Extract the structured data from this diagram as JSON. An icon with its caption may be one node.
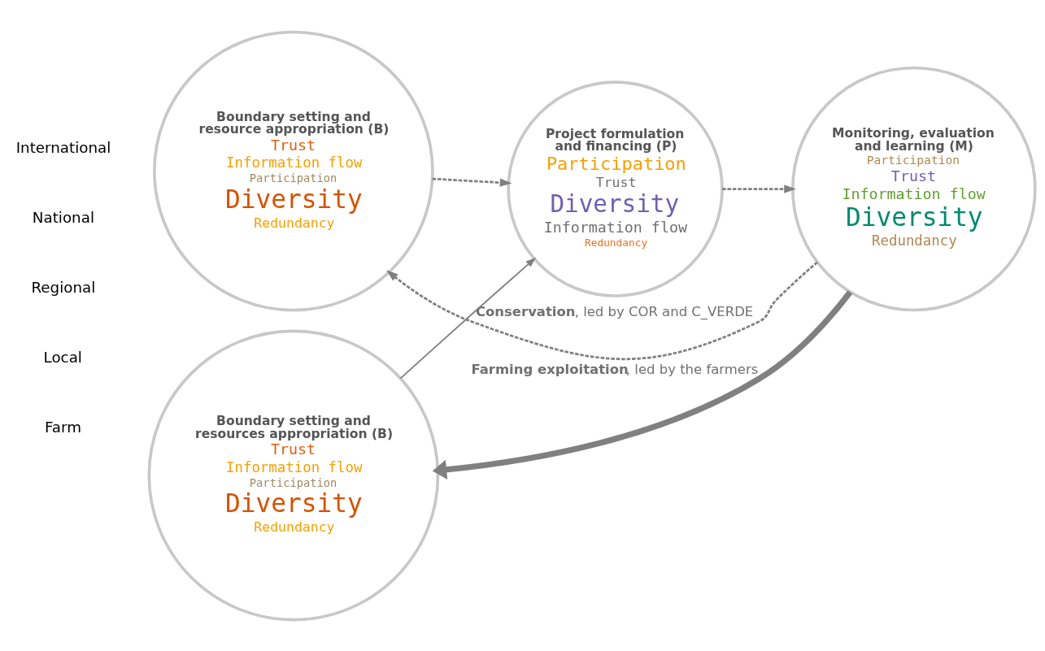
{
  "diagram": {
    "nodes": [
      {
        "text": [
          "Boundary setting and resource appropriation (B)",
          "Trust",
          "Information flow",
          "Participation",
          "Diversity",
          "Redundancy"
        ]
      },
      {
        "text": [
          "Project formulation and financing (P)",
          "Participation",
          "Trust",
          "Diversity",
          "Information flow",
          "Redundancy"
        ]
      },
      {
        "text": [
          "Monitoring, evaluation and learning (M)",
          "Participation",
          "Trust",
          "Information flow",
          "Diversity",
          "Redundancy"
        ]
      },
      {
        "text": [
          "Boundary setting and resources appropriation (B)",
          "Trust",
          "Information flow",
          "Participation",
          "Diversity",
          "Redundancy"
        ]
      }
    ],
    "edges": [
      {
        "from": 2,
        "to": 0,
        "arrow": "to",
        "style": "dashed",
        "label": "**Conservation**, led by COR and C_VERDE"
      },
      {
        "from": 0,
        "to": 1,
        "arrow": "to",
        "style": "dashed"
      },
      {
        "from": 3,
        "to": 1,
        "arrow": "to"
      },
      {
        "from": 1,
        "to": 2,
        "arrow": "to",
        "style": "dashed"
      },
      {
        "from": 2,
        "to": 3,
        "arrow": "to",
        "style": "thick",
        "label": "**Farming exploitation**, led by the farmers"
      }
    ],
    "labels": [
      "International",
      "National",
      "Regional",
      "Local",
      "Farm"
    ]
  }
}
